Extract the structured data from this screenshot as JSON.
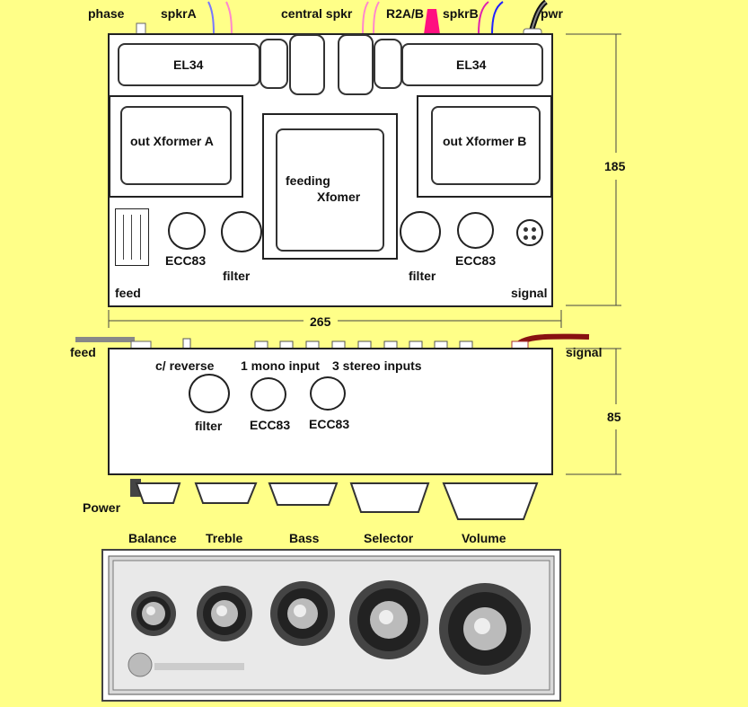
{
  "top_view": {
    "cable_labels": {
      "phase": "phase",
      "spkrA": "spkrA",
      "central": "central spkr",
      "r2ab": "R2A/B",
      "spkrB": "spkrB",
      "pwr": "pwr"
    },
    "tube_left": "EL34",
    "tube_right": "EL34",
    "out_xformer_a": "out Xformer  A",
    "out_xformer_b": "out Xformer B",
    "feeding_line1": "feeding",
    "feeding_line2": "Xfomer",
    "ecc83_left": "ECC83",
    "ecc83_right": "ECC83",
    "filter_left": "filter",
    "filter_right": "filter",
    "feed": "feed",
    "signal": "signal",
    "dim_height": "185",
    "dim_width": "265"
  },
  "side_view": {
    "feed": "feed",
    "signal": "signal",
    "c_reverse": "c/ reverse",
    "mono_input": "1 mono input",
    "stereo_inputs": "3 stereo inputs",
    "filter": "filter",
    "ecc83_1": "ECC83",
    "ecc83_2": "ECC83",
    "dim_height": "85",
    "power": "Power"
  },
  "front_panel": {
    "knobs": [
      "Balance",
      "Treble",
      "Bass",
      "Selector",
      "Volume"
    ]
  },
  "colors": {
    "background": "#ffff88",
    "spkrA_wire_blue": "#7777ff",
    "spkrA_wire_pink": "#ff88cc",
    "spkrB_wire_magenta": "#e020b0",
    "spkrB_wire_blue": "#2020ff",
    "r2ab_connector": "#ff1080",
    "signal_cable": "#881111",
    "feed_cable": "#888888"
  }
}
